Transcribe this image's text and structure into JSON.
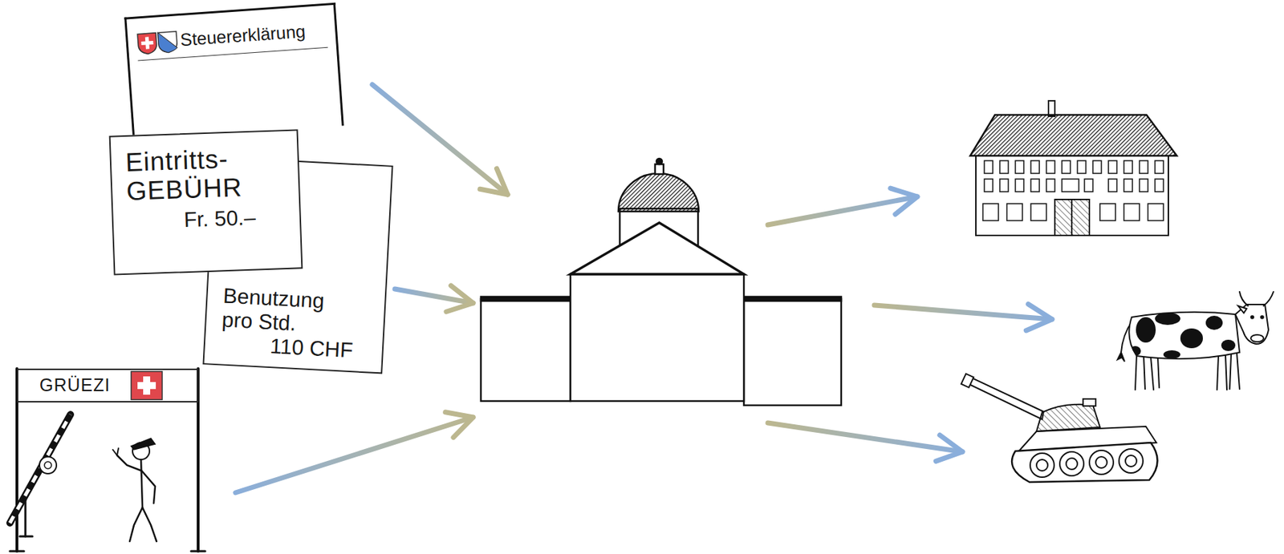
{
  "diagram": {
    "nodes": [
      {
        "text": [
          "Steuererklärung"
        ]
      },
      {
        "text": [
          "Eintritts- GEBÜHR",
          "Fr. 50.–"
        ]
      },
      {
        "text": [
          "Benutzung pro Std.",
          "110 CHF"
        ]
      },
      {
        "text": [
          "GRÜEZI"
        ]
      }
    ]
  }
}
